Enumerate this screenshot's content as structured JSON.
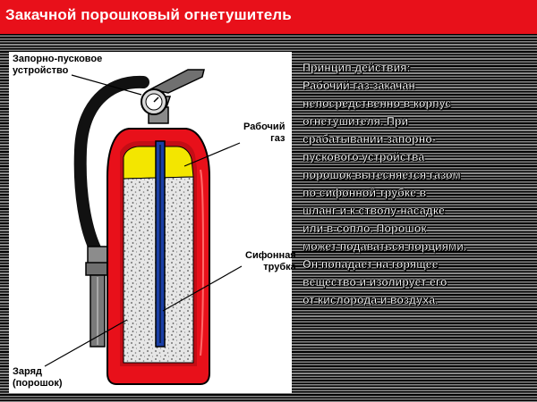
{
  "header": {
    "title": "Закачной порошковый огнетушитель"
  },
  "labels": {
    "valve_line1": "Запорно-пусковое",
    "valve_line2": "устройство",
    "gas_line1": "Рабочий",
    "gas_line2": "газ",
    "siphon_line1": "Сифонная",
    "siphon_line2": "трубка",
    "charge_line1": "Заряд",
    "charge_line2": "(порошок)"
  },
  "description": {
    "lines": [
      "Принцип действия:",
      "Рабочий газ закачан",
      "непосредственно в корпус",
      "огнетушителя. При",
      "срабатывании запорно-",
      "пускового устройства",
      "порошок вытесняется газом",
      "по сифонной трубке в",
      "шланг и к стволу-насадке",
      "или в сопло. Порошок",
      "может подаваться порциями.",
      "Он попадает на горящее",
      "вещество и изолирует его",
      "от кислорода и воздуха."
    ]
  },
  "colors": {
    "header": "#e8101a",
    "body_red": "#e8101a",
    "gas_yellow": "#f3e600",
    "siphon_blue": "#1a3fa6",
    "hose": "#111111",
    "metal": "#8c8c8c"
  }
}
